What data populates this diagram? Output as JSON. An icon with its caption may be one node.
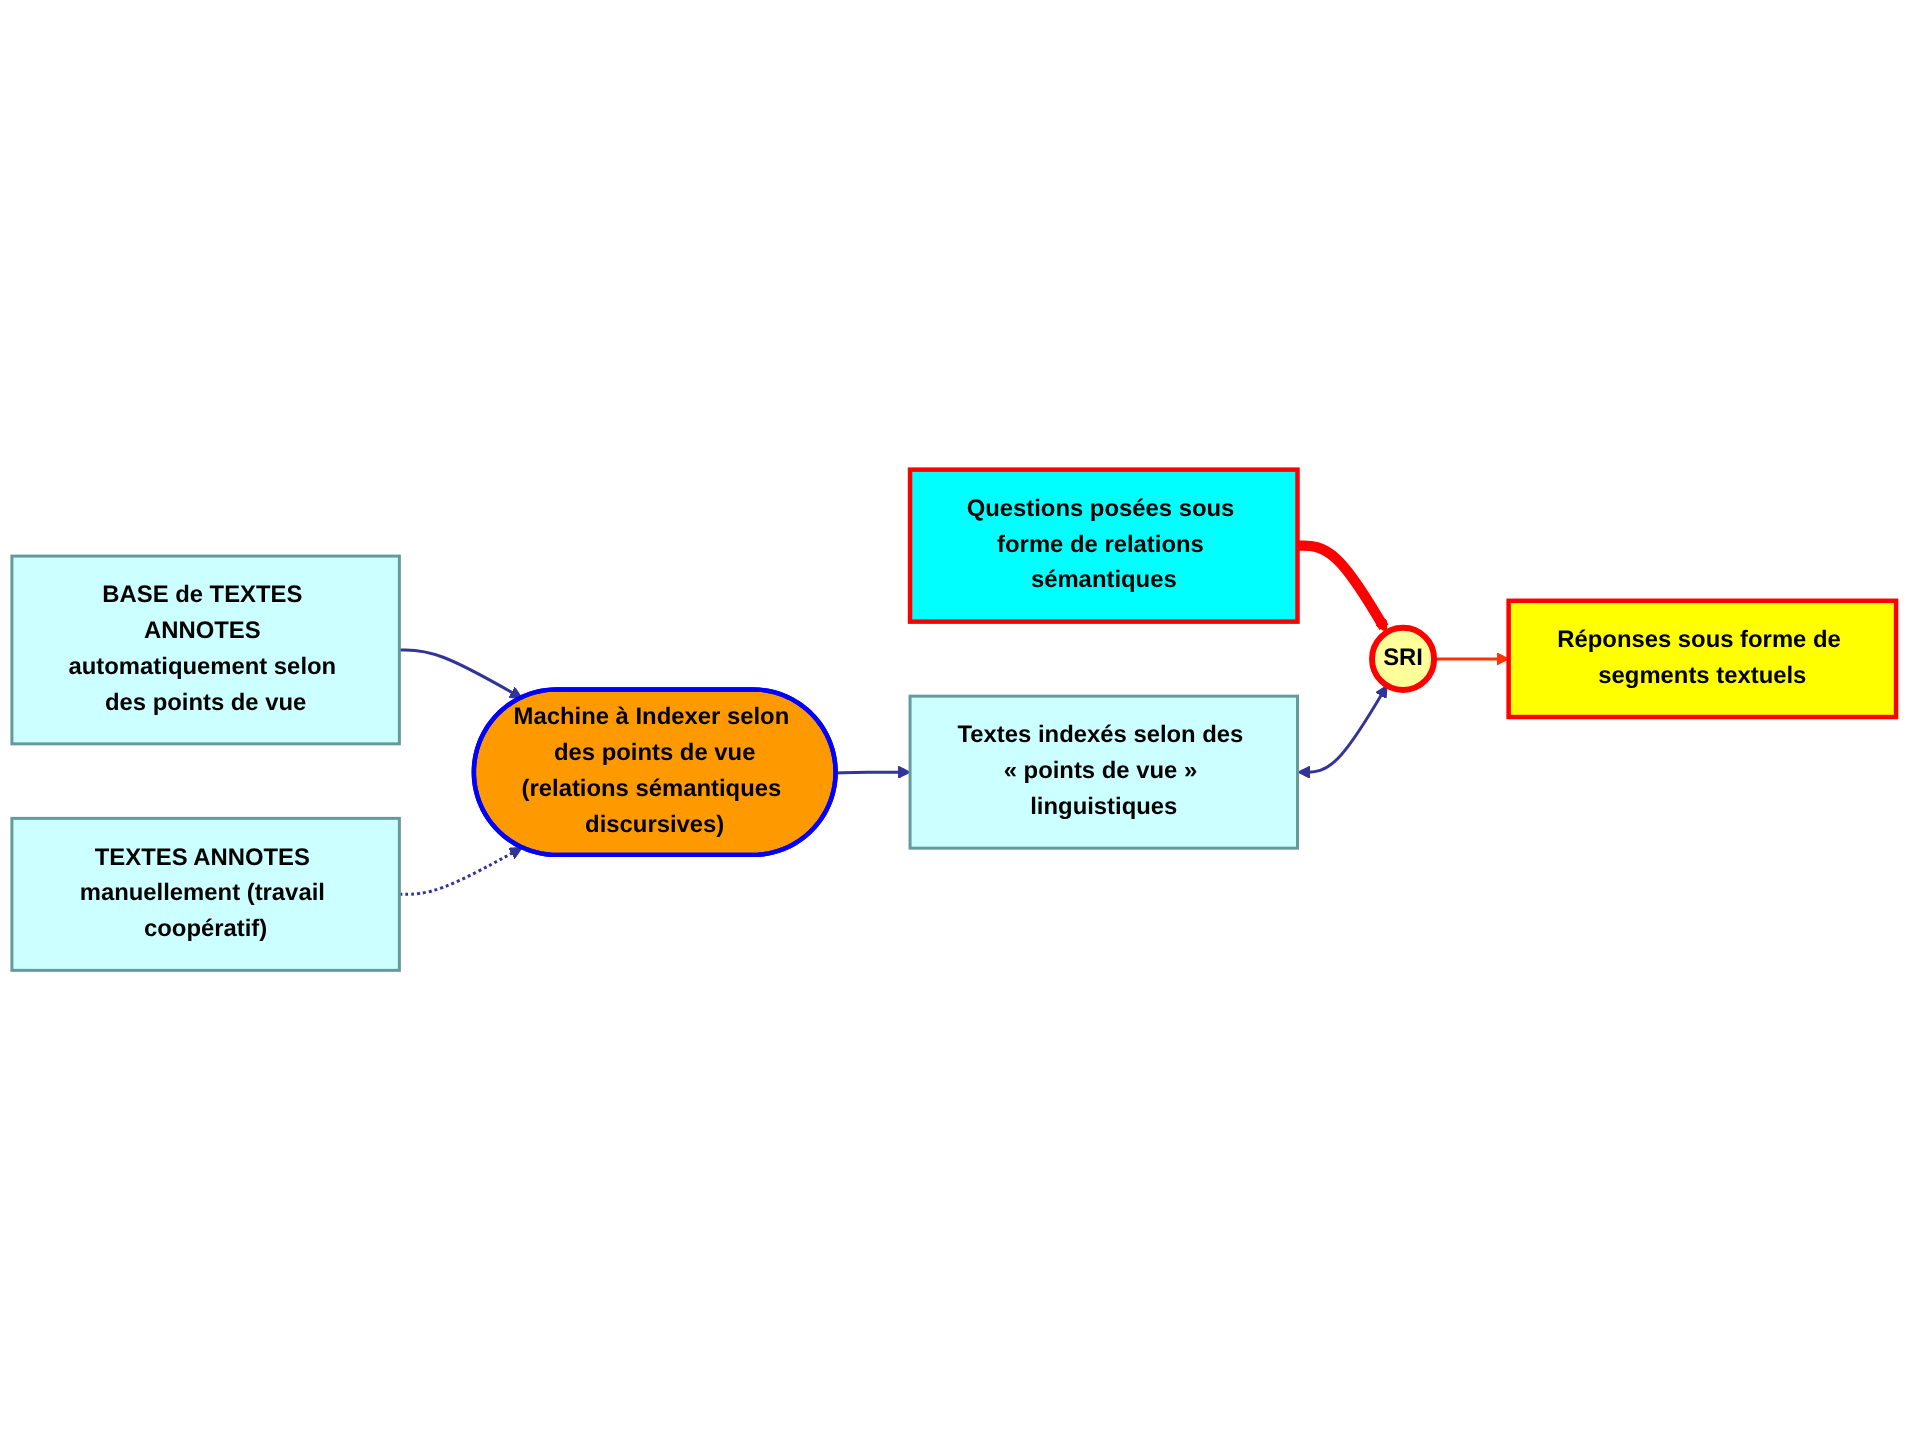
{
  "diagram": {
    "nodes": [
      {
        "text": [
          "BASE de TEXTES ANNOTES automatiquement selon des points de vue"
        ]
      },
      {
        "text": [
          "Machine à Indexer selon des points de vue",
          "(relations sémantiques discursives)"
        ]
      },
      {
        "text": [
          "Questions posées sous forme de relations sémantiques"
        ]
      },
      {
        "text": [
          "Textes indexés selon des « points de vue » linguistiques"
        ]
      },
      {
        "text": [
          "SRI"
        ]
      },
      {
        "text": [
          "TEXTES ANNOTES manuellement (travail coopératif)"
        ]
      },
      {
        "text": [
          "Réponses sous forme de segments textuels"
        ]
      }
    ],
    "edges": [
      {
        "from": 0,
        "to": 1,
        "arrow": "to"
      },
      {
        "from": 5,
        "to": 1,
        "arrow": "to",
        "style": "dashed"
      },
      {
        "from": 1,
        "to": 3,
        "arrow": "to"
      },
      {
        "from": 2,
        "to": 4,
        "arrow": "to",
        "style": "thick",
        "color": "#ff0000"
      },
      {
        "from": 3,
        "to": 4,
        "arrow": "both"
      },
      {
        "from": 4,
        "to": 6,
        "arrow": "to",
        "color": "#ff3300"
      }
    ]
  }
}
